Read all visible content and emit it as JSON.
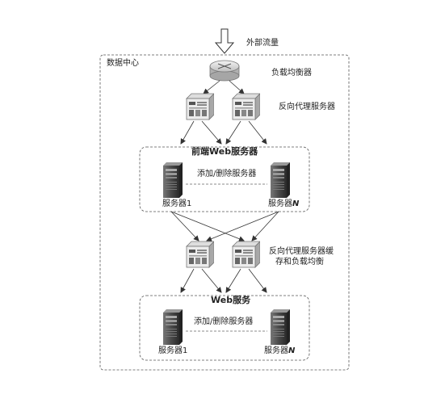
{
  "external_traffic": "外部流量",
  "datacenter": "数据中心",
  "load_balancer": "负载均衡器",
  "reverse_proxy": "反向代理服务器",
  "frontend_group": {
    "title": "前端Web服务器",
    "add_remove": "添加/删除服务器",
    "server1": "服务器1",
    "serverN_prefix": "服务器",
    "serverN_suffix": "N"
  },
  "cache_proxy": {
    "line1": "反向代理服务器缓",
    "line2": "存和负载均衡"
  },
  "web_group": {
    "title": "Web服务",
    "add_remove": "添加/删除服务器",
    "server1": "服务器1",
    "serverN_prefix": "服务器",
    "serverN_suffix": "N"
  }
}
